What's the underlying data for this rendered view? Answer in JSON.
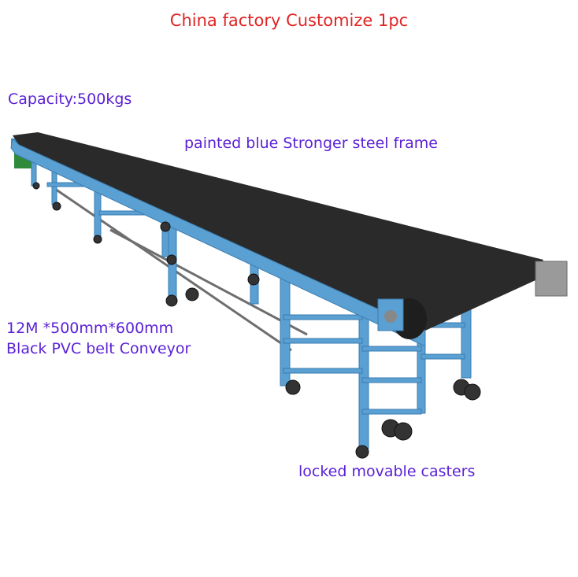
{
  "header": {
    "title": "China factory  Customize 1pc"
  },
  "annotations": {
    "capacity": "Capacity:500kgs",
    "frame": "painted blue Stronger steel frame",
    "dimensions_line1": "12M *500mm*600mm",
    "dimensions_line2": "Black PVC belt Conveyor",
    "casters": "locked movable casters"
  },
  "colors": {
    "title_text": "#e02424",
    "annotation_text": "#5b21d6",
    "frame_blue": "#5aa0d2",
    "frame_dark": "#3c7db0",
    "belt_black": "#2a2a2a",
    "background": "#ffffff"
  }
}
